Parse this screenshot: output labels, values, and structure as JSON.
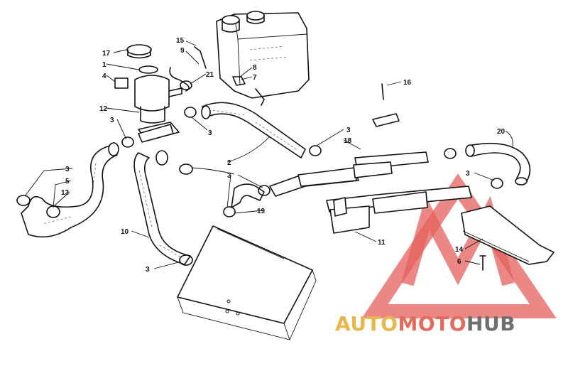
{
  "callouts": [
    {
      "id": "c1",
      "text": "1"
    },
    {
      "id": "c2",
      "text": "2"
    },
    {
      "id": "c3a",
      "text": "3"
    },
    {
      "id": "c3b",
      "text": "3"
    },
    {
      "id": "c3c",
      "text": "3"
    },
    {
      "id": "c3d",
      "text": "3"
    },
    {
      "id": "c3e",
      "text": "3"
    },
    {
      "id": "c3f",
      "text": "3"
    },
    {
      "id": "c3g",
      "text": "3"
    },
    {
      "id": "c4",
      "text": "4"
    },
    {
      "id": "c5",
      "text": "5"
    },
    {
      "id": "c6",
      "text": "6"
    },
    {
      "id": "c7",
      "text": "7"
    },
    {
      "id": "c8",
      "text": "8"
    },
    {
      "id": "c9",
      "text": "9"
    },
    {
      "id": "c10",
      "text": "10"
    },
    {
      "id": "c11",
      "text": "11"
    },
    {
      "id": "c12",
      "text": "12"
    },
    {
      "id": "c13",
      "text": "13"
    },
    {
      "id": "c14",
      "text": "14"
    },
    {
      "id": "c15",
      "text": "15"
    },
    {
      "id": "c16",
      "text": "16"
    },
    {
      "id": "c17",
      "text": "17"
    },
    {
      "id": "c18",
      "text": "18"
    },
    {
      "id": "c19",
      "text": "19"
    },
    {
      "id": "c20",
      "text": "20"
    },
    {
      "id": "c21",
      "text": "21"
    }
  ],
  "watermark": {
    "part1": "AUTO",
    "part2": "MOTO",
    "part3": "HUB",
    "colors": {
      "auto": "#e8b64a",
      "moto": "#e46a5e",
      "hub": "#6e6e6e",
      "logo": "#e4605c"
    }
  }
}
